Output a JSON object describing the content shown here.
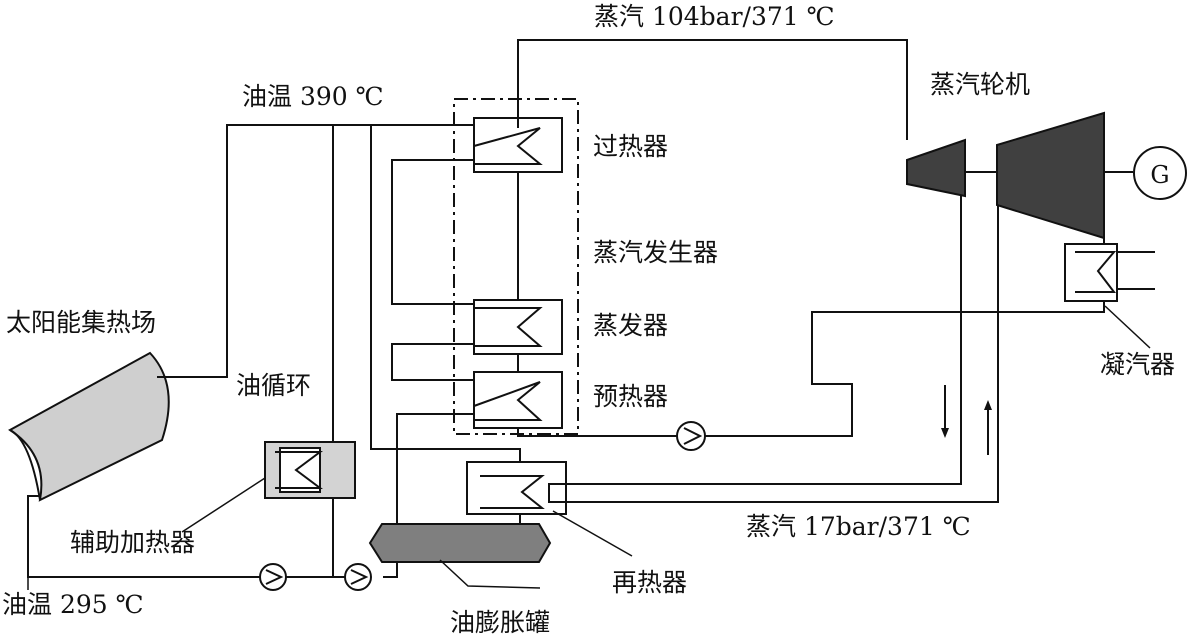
{
  "labels": {
    "steam_hp": "蒸汽 104bar/371 ℃",
    "oil_hot": "油温 390 ℃",
    "turbine": "蒸汽轮机",
    "superheater": "过热器",
    "steam_generator": "蒸汽发生器",
    "solar_field": "太阳能集热场",
    "evaporator": "蒸发器",
    "oil_loop": "油循环",
    "preheater": "预热器",
    "condenser": "凝汽器",
    "steam_lp": "蒸汽 17bar/371 ℃",
    "aux_heater": "辅助加热器",
    "reheater": "再热器",
    "oil_cold": "油温 295 ℃",
    "expansion_tank": "油膨胀罐"
  },
  "generator_symbol": "G",
  "colors": {
    "line": "#111111",
    "turbine_fill": "#404040",
    "tank_fill": "#7f7f7f",
    "collector_fill": "#cfcfcf",
    "aux_heater_fill": "#d3d3d3",
    "exchanger_fill": "#ffffff"
  },
  "icons": [
    "heat-exchanger-icon",
    "pump-icon",
    "generator-icon",
    "flow-arrow-icon"
  ]
}
